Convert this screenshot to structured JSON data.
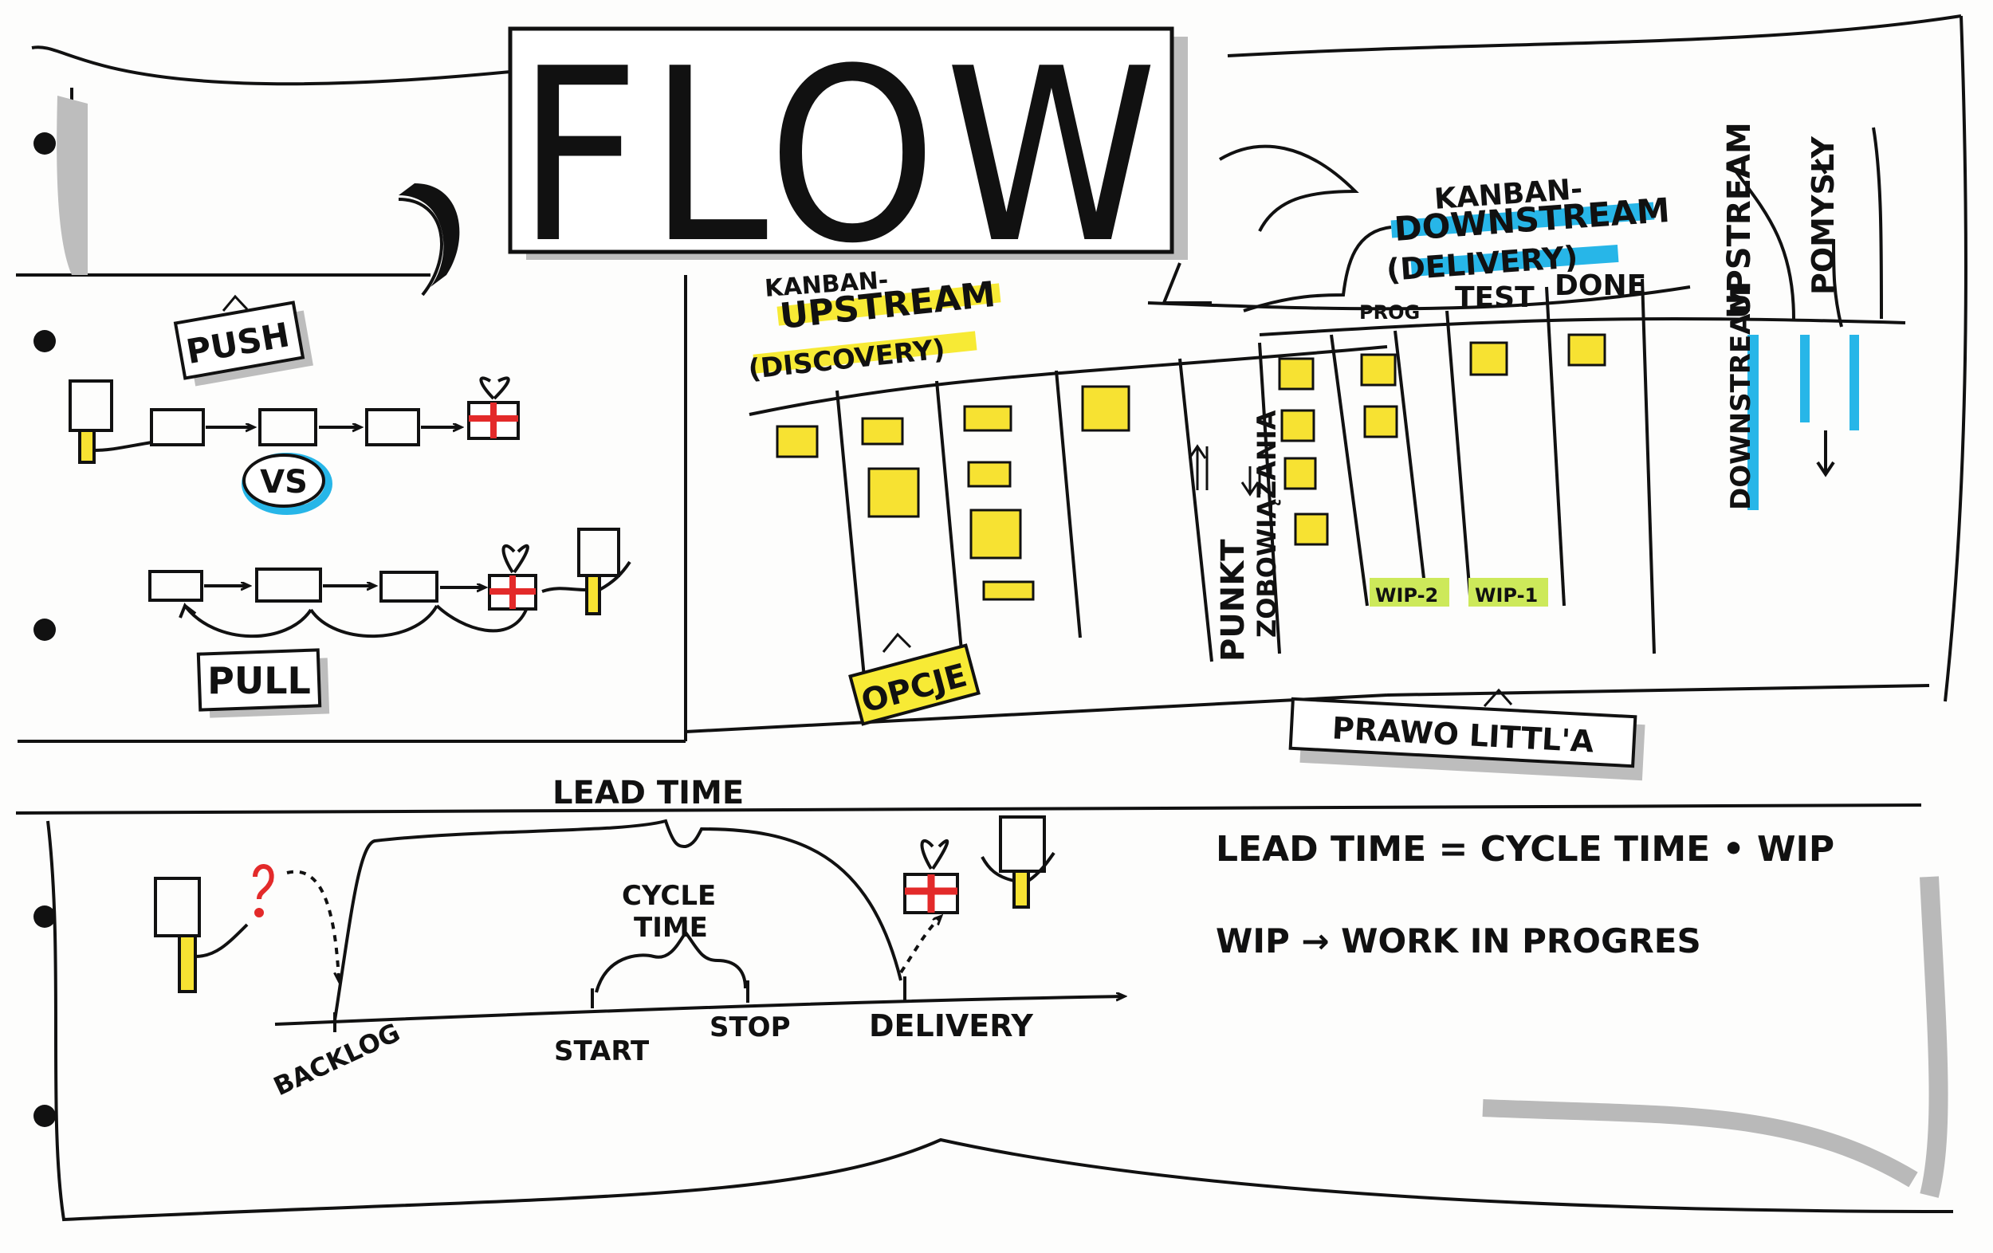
{
  "title": "FLOW",
  "push_pull": {
    "push_label": "PUSH",
    "vs_label": "VS",
    "pull_label": "PULL"
  },
  "upstream_board": {
    "kanban_label": "KANBAN-",
    "upstream_label": "UPSTREAM",
    "discovery_label": "(DISCOVERY)",
    "options_label": "OPCJE"
  },
  "commitment_point": {
    "line1": "PUNKT",
    "line2": "ZOBOWIĄZANIA"
  },
  "downstream_board": {
    "kanban_label": "KANBAN-",
    "downstream_label": "DOWNSTREAM",
    "delivery_label": "(DELIVERY)",
    "columns": [
      "PROG",
      "TEST",
      "DONE"
    ],
    "wip_limits": [
      "WIP-2",
      "WIP-1"
    ]
  },
  "flow_side": {
    "upstream": "UPSTREAM",
    "downstream": "DOWNSTREAM",
    "ideas": "POMYSŁY"
  },
  "littles_law": {
    "header": "PRAWO LITTL'A",
    "formula": "LEAD TIME = CYCLE TIME • WIP",
    "wip_definition": "WIP → WORK IN PROGRES"
  },
  "timeline": {
    "lead_time": "LEAD TIME",
    "cycle_time_line1": "CYCLE",
    "cycle_time_line2": "TIME",
    "points": [
      "BACKLOG",
      "START",
      "STOP",
      "DELIVERY"
    ]
  },
  "colors": {
    "ink": "#111111",
    "sticky_yellow": "#f7e232",
    "highlight_yellow": "#f7ea35",
    "highlight_blue": "#27b6e8",
    "highlight_green": "#cde95a",
    "gift_red": "#e32a2a",
    "shadow_gray": "#b9b9b9"
  }
}
